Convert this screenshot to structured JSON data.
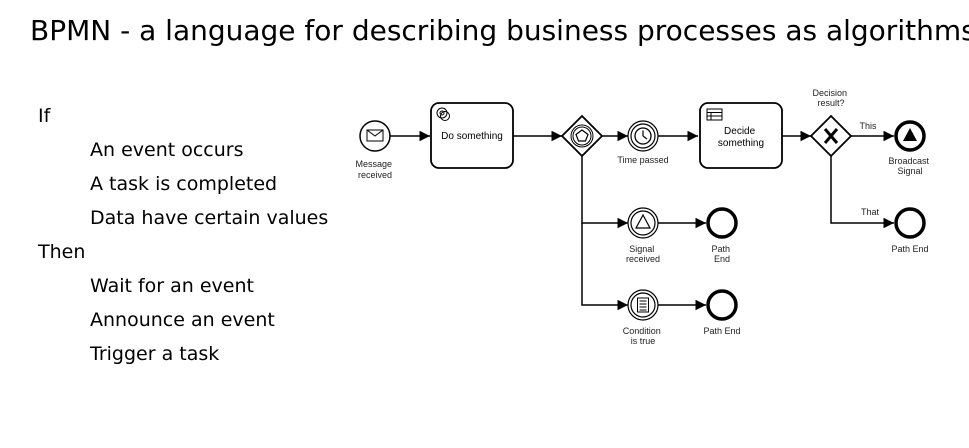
{
  "slide": {
    "title": "BPMN - a language for describing business processes as algorithms"
  },
  "rules": {
    "if_label": "If",
    "if_items": [
      "An event occurs",
      "A task is completed",
      "Data have certain values"
    ],
    "then_label": "Then",
    "then_items": [
      "Wait for an event",
      "Announce an event",
      "Trigger a task"
    ]
  },
  "diagram": {
    "start_event": [
      "Message",
      "received"
    ],
    "task_do": "Do something",
    "gateway_event_based": "",
    "timer_event": "Time passed",
    "task_decide": [
      "Decide",
      "something"
    ],
    "gateway_question": [
      "Decision",
      "result?"
    ],
    "flow_this": "This",
    "flow_that": "That",
    "end_broadcast": [
      "Broadcast",
      "Signal"
    ],
    "end_path_upper": "Path End",
    "signal_event": [
      "Signal",
      "received"
    ],
    "end_path_signal": [
      "Path",
      "End"
    ],
    "condition_event": [
      "Condition",
      "is true"
    ],
    "end_path_condition": "Path End"
  }
}
